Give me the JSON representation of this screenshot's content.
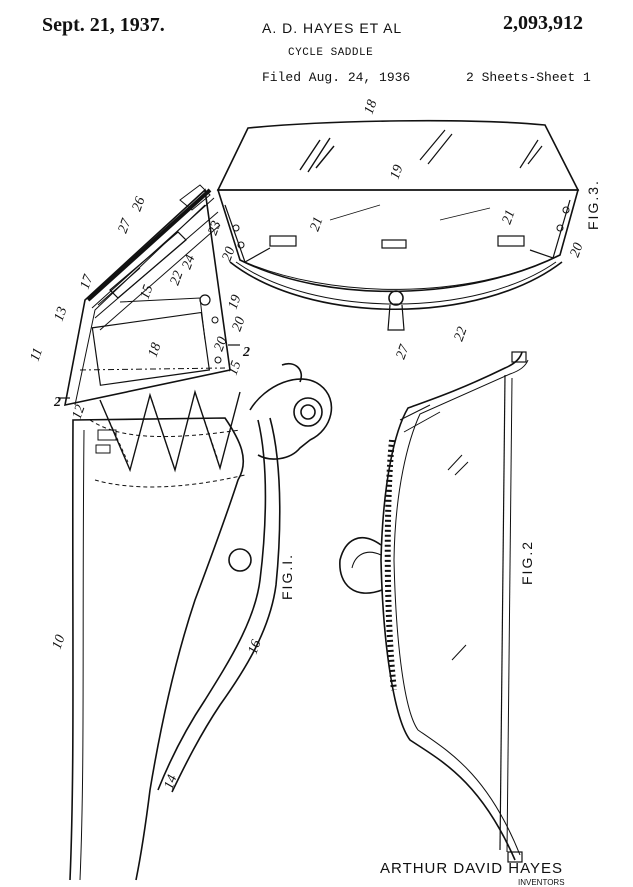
{
  "header": {
    "date": "Sept. 21, 1937.",
    "inventors": "A. D. HAYES ET AL",
    "patent_number": "2,093,912",
    "title": "CYCLE SADDLE",
    "filed": "Filed Aug. 24, 1936",
    "sheets": "2 Sheets-Sheet 1"
  },
  "figures": {
    "fig1": "FIG.I.",
    "fig2": "FIG.2",
    "fig3": "FIG.3."
  },
  "reference_numerals": {
    "n10": "10",
    "n11": "11",
    "n12": "12",
    "n13": "13",
    "n14": "14",
    "n15a": "15",
    "n15b": "15",
    "n16": "16",
    "n17": "17",
    "n18a": "18",
    "n18b": "18",
    "n19a": "19",
    "n19b": "19",
    "n20a": "20",
    "n20b": "20",
    "n20c": "20",
    "n20d": "20",
    "n21a": "21",
    "n21b": "21",
    "n22a": "22",
    "n22b": "22",
    "n23": "23",
    "n24": "24",
    "n26": "26",
    "n27a": "27",
    "n27b": "27",
    "s2a": "2",
    "s2b": "2"
  },
  "footer": {
    "inventor_name": "ARTHUR  DAVID  HAYES",
    "inventors_label": "INVENTORS"
  }
}
